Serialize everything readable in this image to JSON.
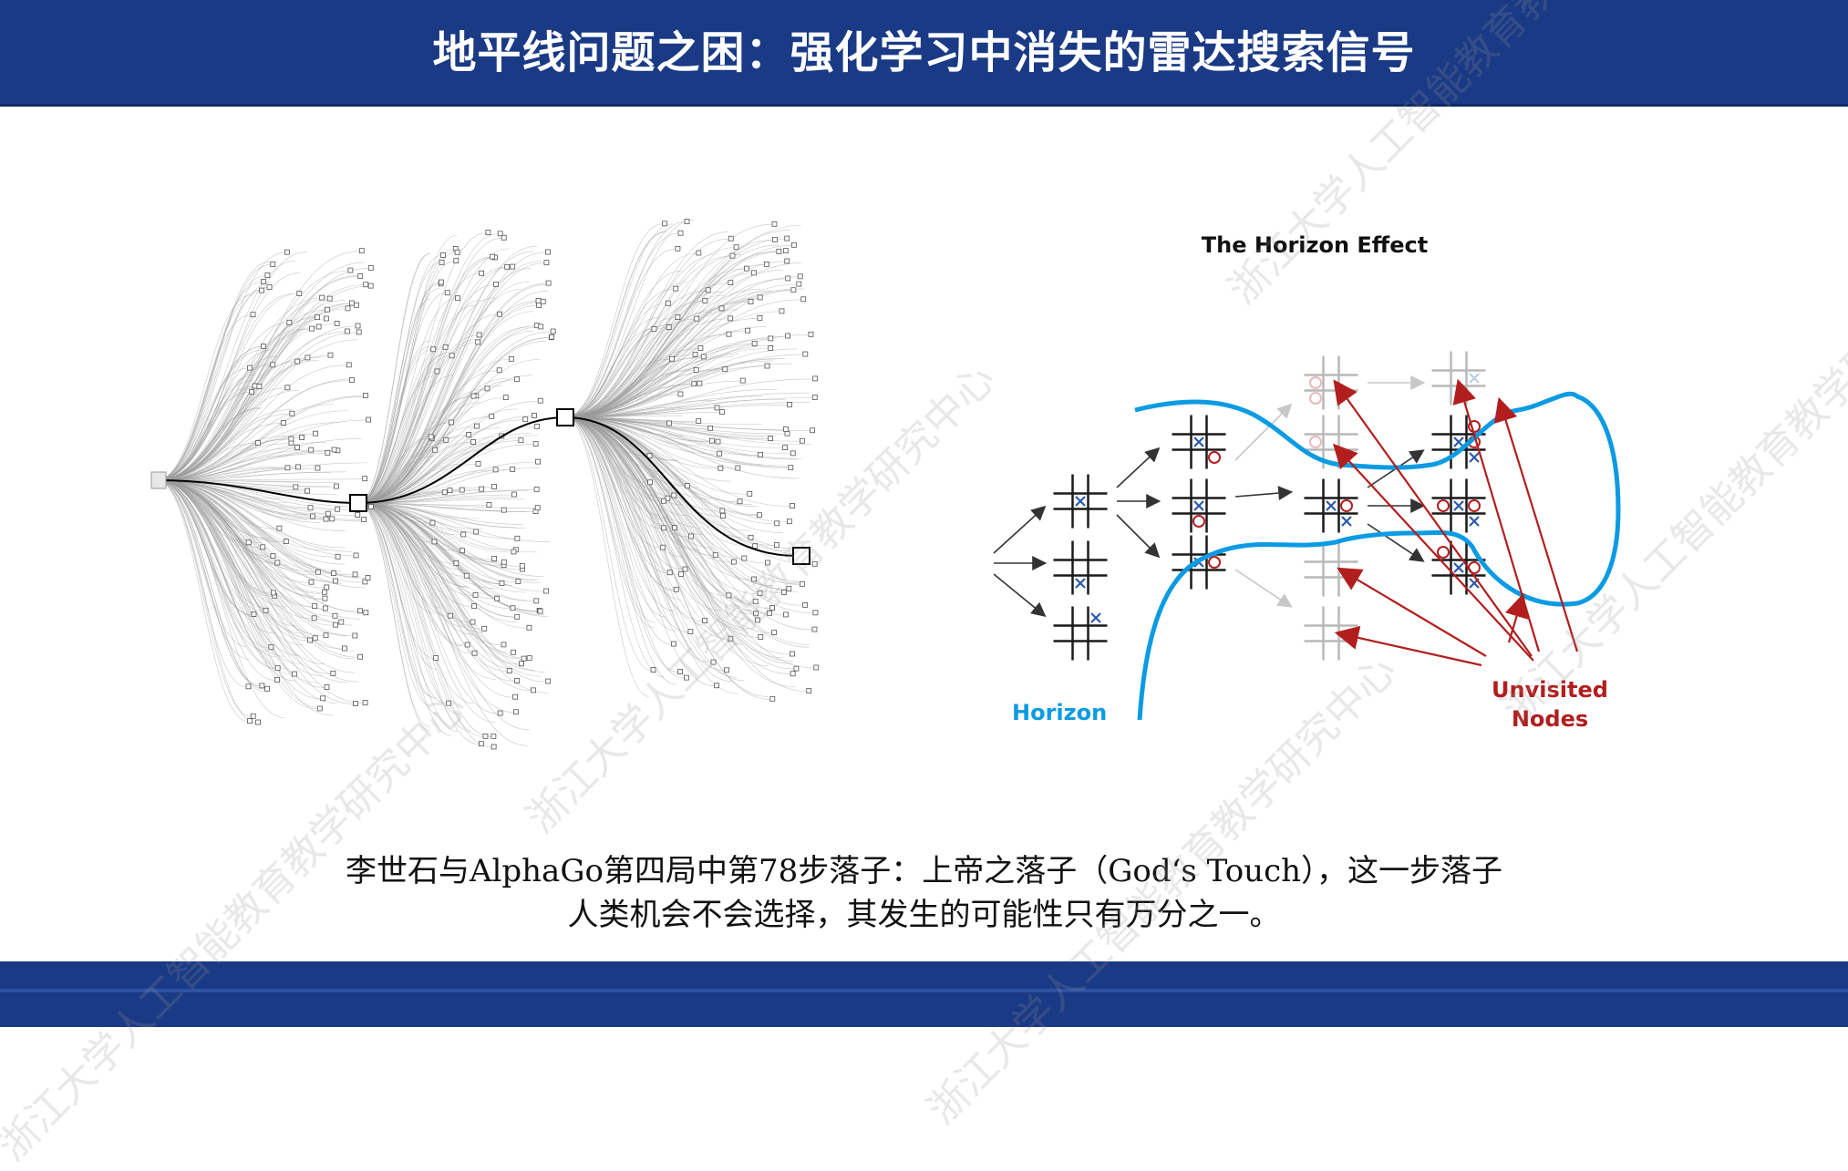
{
  "header": {
    "title": "地平线问题之困：强化学习中消失的雷达搜索信号"
  },
  "figure_right": {
    "title": "The Horizon Effect",
    "horizon_label": "Horizon",
    "unvisited_label_line1": "Unvisited",
    "unvisited_label_line2": "Nodes",
    "colors": {
      "horizon": "#0b9be3",
      "unvisited": "#b21e1e",
      "x_mark": "#2a5aa8"
    }
  },
  "caption": {
    "line1": "李世石与AlphaGo第四局中第78步落子：上帝之落子（God‘s Touch），这一步落子",
    "line2": "人类机会不会选择，其发生的可能性只有万分之一。"
  },
  "watermark": {
    "text": "浙江大学人工智能教育教学研究中心"
  },
  "theme": {
    "bar_color": "#1a3a85"
  }
}
